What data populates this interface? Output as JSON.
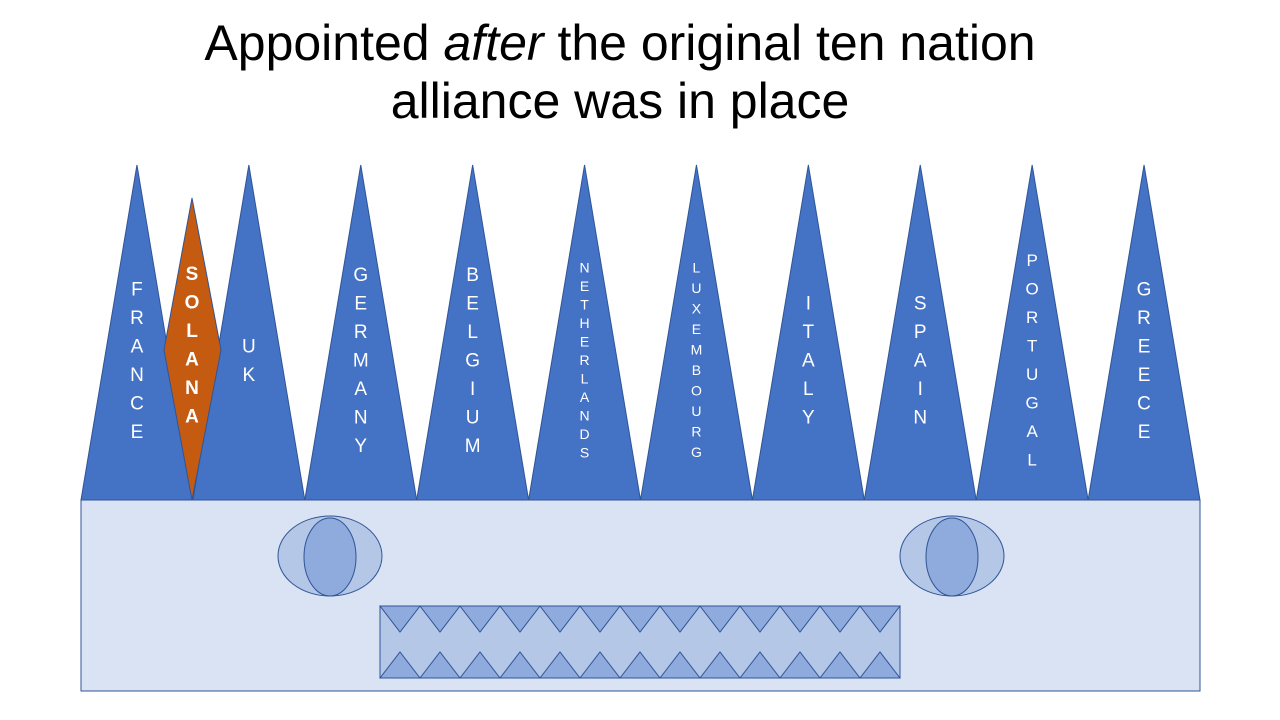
{
  "title": {
    "line1_before": "Appointed ",
    "line1_emphasis": "after",
    "line1_after": " the original ten nation",
    "line2": "alliance was in place"
  },
  "colors": {
    "horn": "#4472C4",
    "horn_stroke": "#2F5597",
    "small_horn": "#C55A11",
    "head": "#DAE3F3",
    "eye_outer": "#B4C7E7",
    "eye_inner": "#8FAADC",
    "teeth_box": "#B4C7E7",
    "tooth": "#8FAADC",
    "label_text": "#ffffff"
  },
  "horns": [
    {
      "label": "FRANCE"
    },
    {
      "label": "UK"
    },
    {
      "label": "GERMANY"
    },
    {
      "label": "BELGIUM"
    },
    {
      "label": "NETHERLANDS"
    },
    {
      "label": "LUXEMBOURG"
    },
    {
      "label": "ITALY"
    },
    {
      "label": "SPAIN"
    },
    {
      "label": "PORTUGAL"
    },
    {
      "label": "GREECE"
    }
  ],
  "small_horn": {
    "label": "SOLANA"
  }
}
